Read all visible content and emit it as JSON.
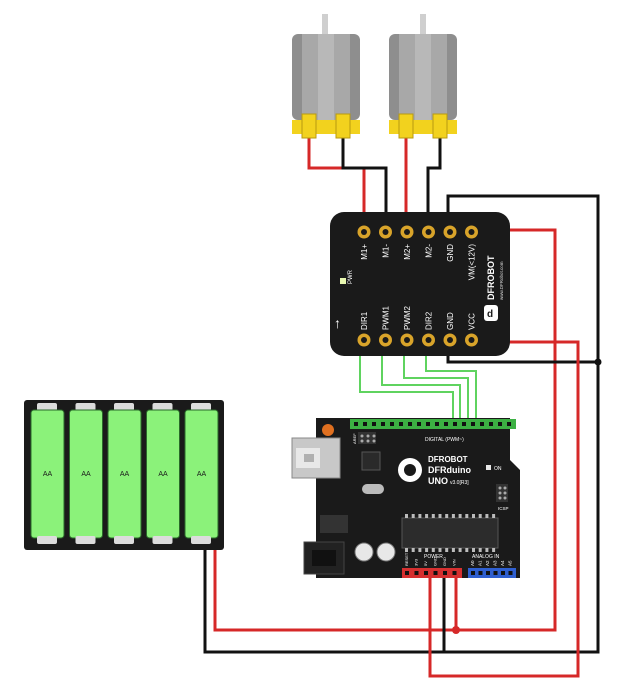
{
  "colors": {
    "wire_red": "#d62828",
    "wire_black": "#111111",
    "wire_green": "#5fd35f",
    "motor_body": "#8e8e8e",
    "motor_cap": "#f2d21e",
    "battery_cell": "#8bf27a",
    "board_black": "#1a1a1a",
    "header_green": "#3cb043",
    "header_red": "#d63030",
    "header_blue": "#2f5fd0"
  },
  "driver": {
    "top_pins": [
      "M1+",
      "M1-",
      "M2+",
      "M2-",
      "GND",
      "VM(<12V)"
    ],
    "bottom_pins": [
      "DIR1",
      "PWM1",
      "PWM2",
      "DIR2",
      "GND",
      "VCC"
    ],
    "pwr_label": "PWR",
    "brand": "DFROBOT",
    "website": "www.DFRobot.com"
  },
  "battery": {
    "cells": [
      "AA",
      "AA",
      "AA",
      "AA",
      "AA"
    ]
  },
  "arduino": {
    "brand": "DFROBOT",
    "model": "DFRduino",
    "uno": "UNO",
    "version": "v3.0[R3]",
    "digital_label": "DIGITAL (PWM~)",
    "power_label": "POWER",
    "analog_label": "ANALOG IN",
    "aref_label": "AREF",
    "on_label": "ON",
    "icsp_label": "ICSP",
    "analog_pins": [
      "A0",
      "A1",
      "A2",
      "A3",
      "A4",
      "A5"
    ],
    "power_pins": [
      "RESET",
      "3V3",
      "5V",
      "GND",
      "GND",
      "VIN"
    ]
  }
}
